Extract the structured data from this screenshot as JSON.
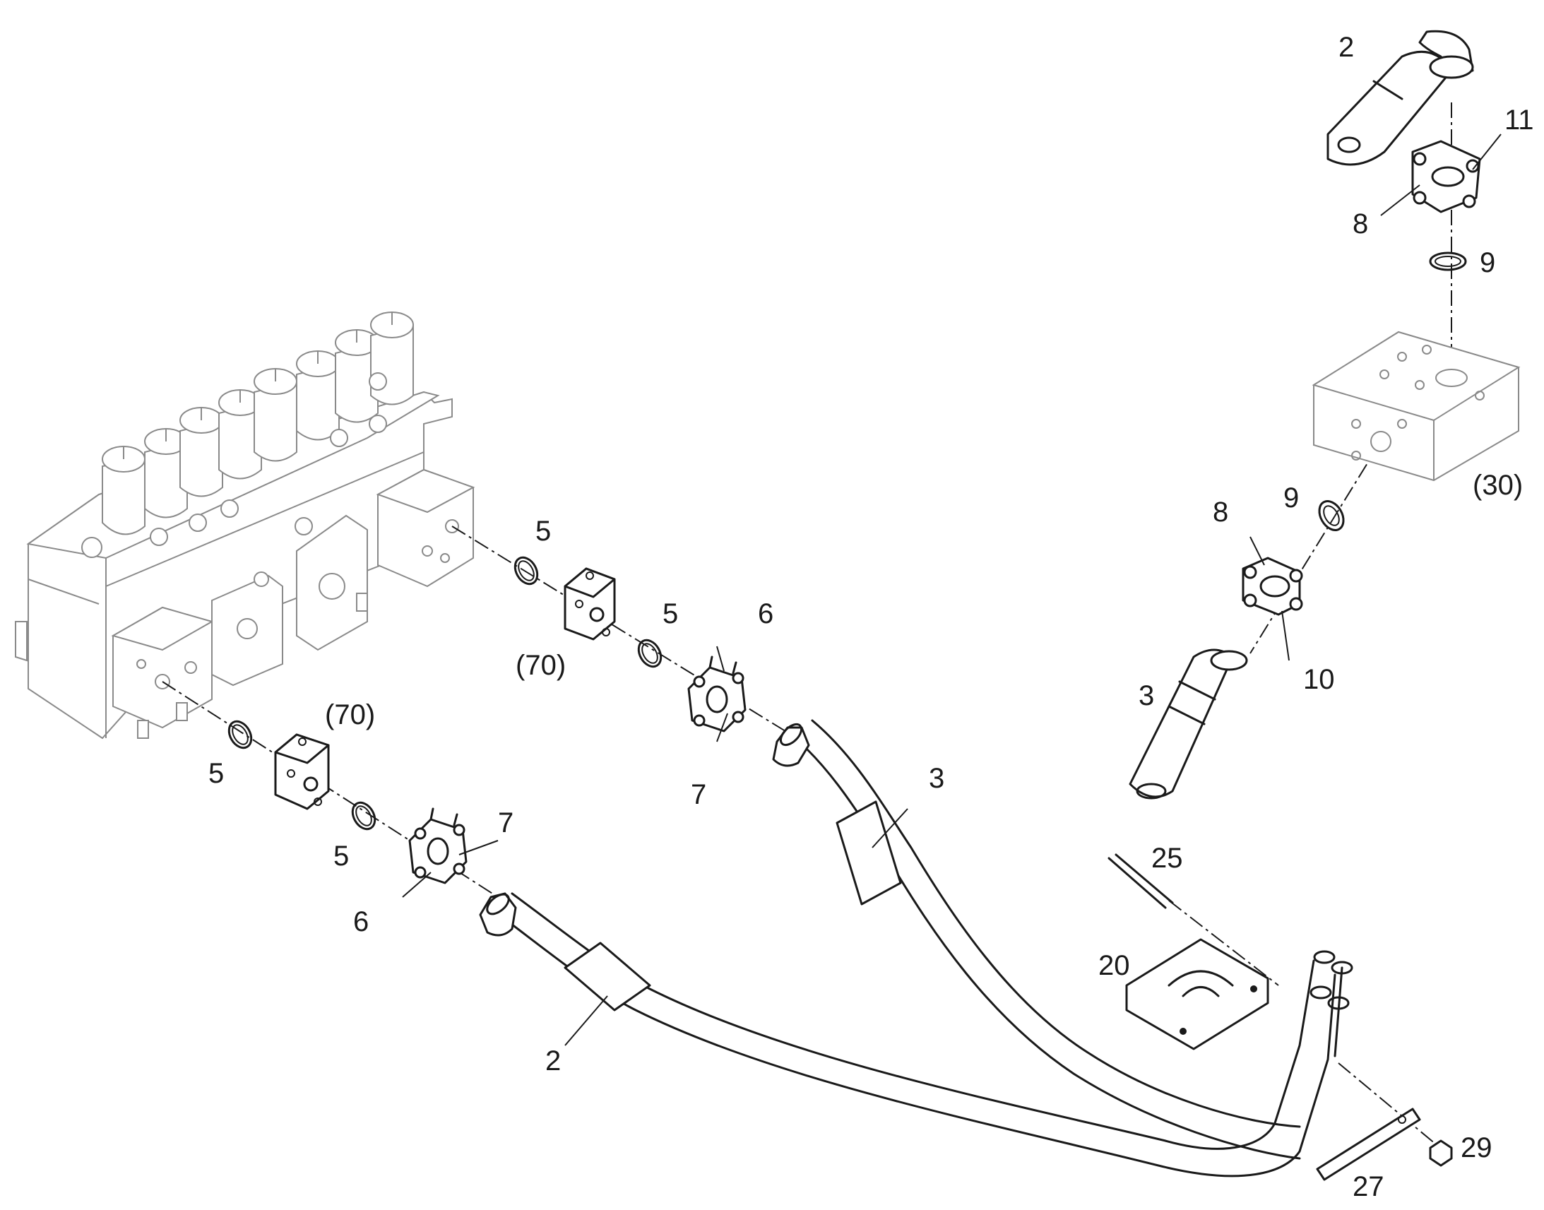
{
  "callouts": [
    {
      "id": "c-2-top",
      "text": "2"
    },
    {
      "id": "c-11",
      "text": "11"
    },
    {
      "id": "c-8-top",
      "text": "8"
    },
    {
      "id": "c-9-top",
      "text": "9"
    },
    {
      "id": "c-30",
      "text": "(30)"
    },
    {
      "id": "c-9-mid",
      "text": "9"
    },
    {
      "id": "c-8-mid",
      "text": "8"
    },
    {
      "id": "c-10",
      "text": "10"
    },
    {
      "id": "c-3-right",
      "text": "3"
    },
    {
      "id": "c-5-a",
      "text": "5"
    },
    {
      "id": "c-5-b",
      "text": "5"
    },
    {
      "id": "c-6-upper",
      "text": "6"
    },
    {
      "id": "c-70-upper",
      "text": "(70)"
    },
    {
      "id": "c-7-upper",
      "text": "7"
    },
    {
      "id": "c-3-hose",
      "text": "3"
    },
    {
      "id": "c-70-lower",
      "text": "(70)"
    },
    {
      "id": "c-5-c",
      "text": "5"
    },
    {
      "id": "c-7-lower",
      "text": "7"
    },
    {
      "id": "c-5-d",
      "text": "5"
    },
    {
      "id": "c-6-lower",
      "text": "6"
    },
    {
      "id": "c-25",
      "text": "25"
    },
    {
      "id": "c-20",
      "text": "20"
    },
    {
      "id": "c-2-hose",
      "text": "2"
    },
    {
      "id": "c-29",
      "text": "29"
    },
    {
      "id": "c-27",
      "text": "27"
    }
  ]
}
